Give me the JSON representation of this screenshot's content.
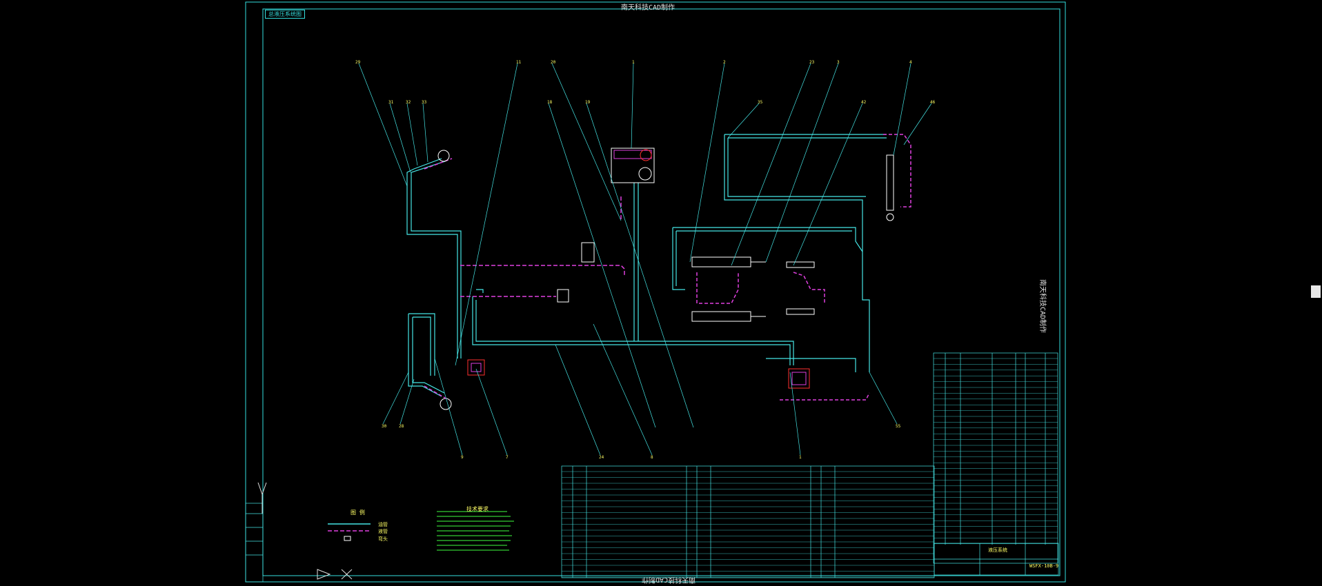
{
  "drawing": {
    "title_top": "南天科技CAD制作",
    "title_bottom": "南天科技CAD制作",
    "title_side": "南天科技CAD制作",
    "stamp": "总液压系统图",
    "legend_title": "图  例",
    "legend_items": [
      "油管",
      "液管",
      "弯头"
    ],
    "notes_title": "技术要求",
    "title_block_name": "液压系统",
    "title_block_code": "WSFX-10B-9"
  },
  "colors": {
    "background": "#000000",
    "frame": "#35e0e0",
    "pipe_pressure": "#45e6e6",
    "pipe_return": "#e040e0",
    "labels": "#ffff66",
    "text_green": "#40ff40",
    "component": "#ffffff",
    "red": "#ff3030"
  },
  "icons": {
    "cursor_axis": "ucs-axis-icon",
    "scroll_thumb": "scroll-thumb"
  }
}
